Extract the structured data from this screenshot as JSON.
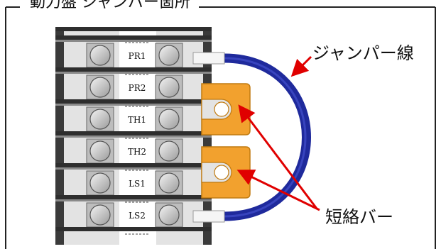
{
  "title": "動力盤 ジャンパー箇所",
  "callouts": {
    "jumper_wire": "ジャンパー線",
    "short_bar": "短絡バー"
  },
  "terminals": [
    "PR1",
    "PR2",
    "TH1",
    "TH2",
    "LS1",
    "LS2"
  ],
  "connections": [
    {
      "type": "jumper_wire",
      "from": "PR1",
      "to": "LS2"
    },
    {
      "type": "short_bar",
      "from": "PR2",
      "to": "TH1"
    },
    {
      "type": "short_bar",
      "from": "TH2",
      "to": "LS1"
    }
  ],
  "colors": {
    "jumper_wire": "#1f2a9c",
    "short_bar": "#f2a12e",
    "arrow": "#e00000",
    "frame": "#222222"
  }
}
